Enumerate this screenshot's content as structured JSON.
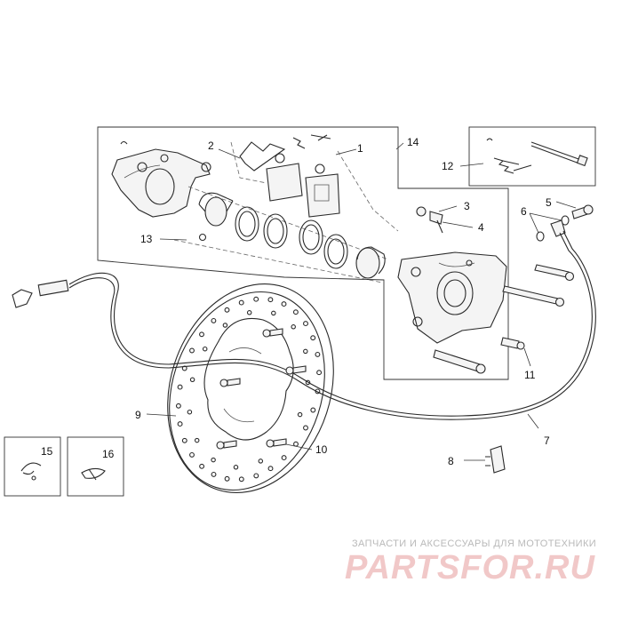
{
  "diagram": {
    "callouts": [
      "1",
      "2",
      "3",
      "4",
      "5",
      "6",
      "7",
      "8",
      "9",
      "10",
      "11",
      "12",
      "13",
      "14",
      "15",
      "16"
    ]
  },
  "watermark": {
    "caption": "ЗАПЧАСТИ И АКСЕССУАРЫ ДЛЯ МОТОТЕХНИКИ",
    "logo": "PARTSFOR.RU"
  }
}
